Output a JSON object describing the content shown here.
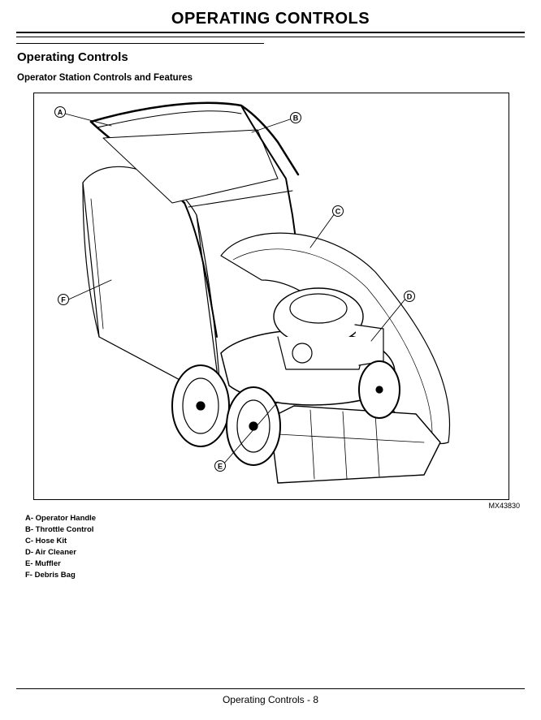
{
  "header": {
    "title": "OPERATING CONTROLS"
  },
  "section": {
    "title": "Operating Controls",
    "subtitle": "Operator Station Controls and Features"
  },
  "figure": {
    "id": "MX43830",
    "callouts": [
      "A",
      "B",
      "C",
      "D",
      "E",
      "F"
    ]
  },
  "legend": [
    {
      "text": "A- Operator Handle"
    },
    {
      "text": "B- Throttle Control"
    },
    {
      "text": "C- Hose Kit"
    },
    {
      "text": "D- Air Cleaner"
    },
    {
      "text": "E- Muffler"
    },
    {
      "text": "F- Debris Bag"
    }
  ],
  "footer": {
    "text": "Operating Controls - 8"
  }
}
